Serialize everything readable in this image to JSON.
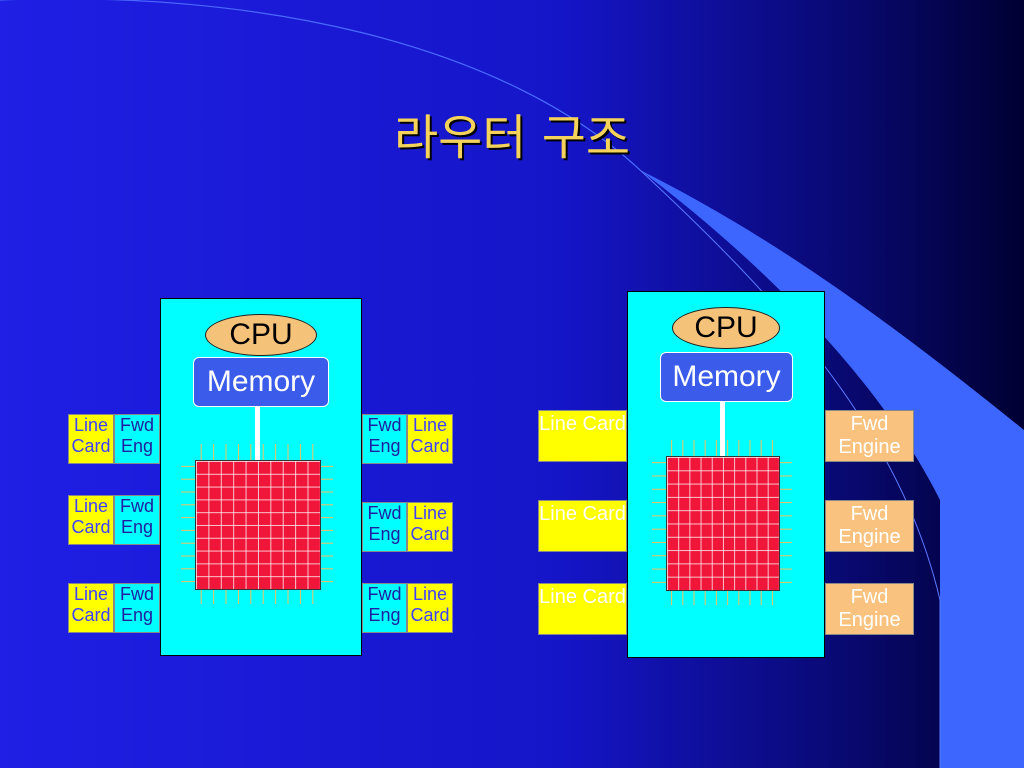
{
  "slide": {
    "title": "라우터 구조",
    "colors": {
      "background_start": "#1f1fe5",
      "background_end": "#000033",
      "accent": "#3d66ff",
      "title": "#f5d35a"
    }
  },
  "left_router": {
    "cpu_label": "CPU",
    "memory_label": "Memory",
    "left_ports": [
      {
        "line_card": "Line Card",
        "fwd_engine": "Fwd Eng"
      },
      {
        "line_card": "Line Card",
        "fwd_engine": "Fwd Eng"
      },
      {
        "line_card": "Line Card",
        "fwd_engine": "Fwd Eng"
      }
    ],
    "right_ports": [
      {
        "fwd_engine": "Fwd Eng",
        "line_card": "Line Card"
      },
      {
        "fwd_engine": "Fwd Eng",
        "line_card": "Line Card"
      },
      {
        "fwd_engine": "Fwd Eng",
        "line_card": "Line Card"
      }
    ]
  },
  "right_router": {
    "cpu_label": "CPU",
    "memory_label": "Memory",
    "line_cards": [
      "Line Card",
      "Line Card",
      "Line Card"
    ],
    "fwd_engines": [
      "Fwd Engine",
      "Fwd Engine",
      "Fwd Engine"
    ]
  }
}
